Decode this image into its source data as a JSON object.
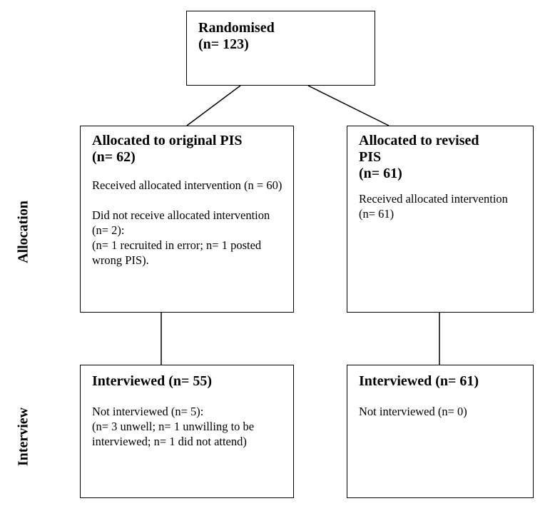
{
  "flowchart": {
    "randomised": {
      "title": "Randomised",
      "count": "(n= 123)"
    },
    "original_arm": {
      "title": "Allocated to original PIS",
      "count": "(n= 62)",
      "received": "Received allocated intervention (n = 60)",
      "not_received": "Did not receive allocated intervention (n= 2):",
      "not_received_detail": "(n= 1 recruited in error; n= 1 posted wrong PIS)."
    },
    "revised_arm": {
      "title_line1": "Allocated to revised",
      "title_line2": "PIS",
      "count": "(n= 61)",
      "received": "Received allocated intervention (n= 61)"
    },
    "original_interview": {
      "title": "Interviewed (n= 55)",
      "not_interviewed": "Not interviewed (n= 5):",
      "detail": "(n= 3 unwell; n= 1 unwilling to be interviewed; n= 1 did not attend)"
    },
    "revised_interview": {
      "title": "Interviewed (n= 61)",
      "not_interviewed": "Not interviewed (n= 0)"
    }
  },
  "stage_labels": {
    "allocation": "Allocation",
    "interview": "Interview"
  },
  "colors": {
    "line": "#000000",
    "background": "#ffffff",
    "text": "#000000"
  }
}
